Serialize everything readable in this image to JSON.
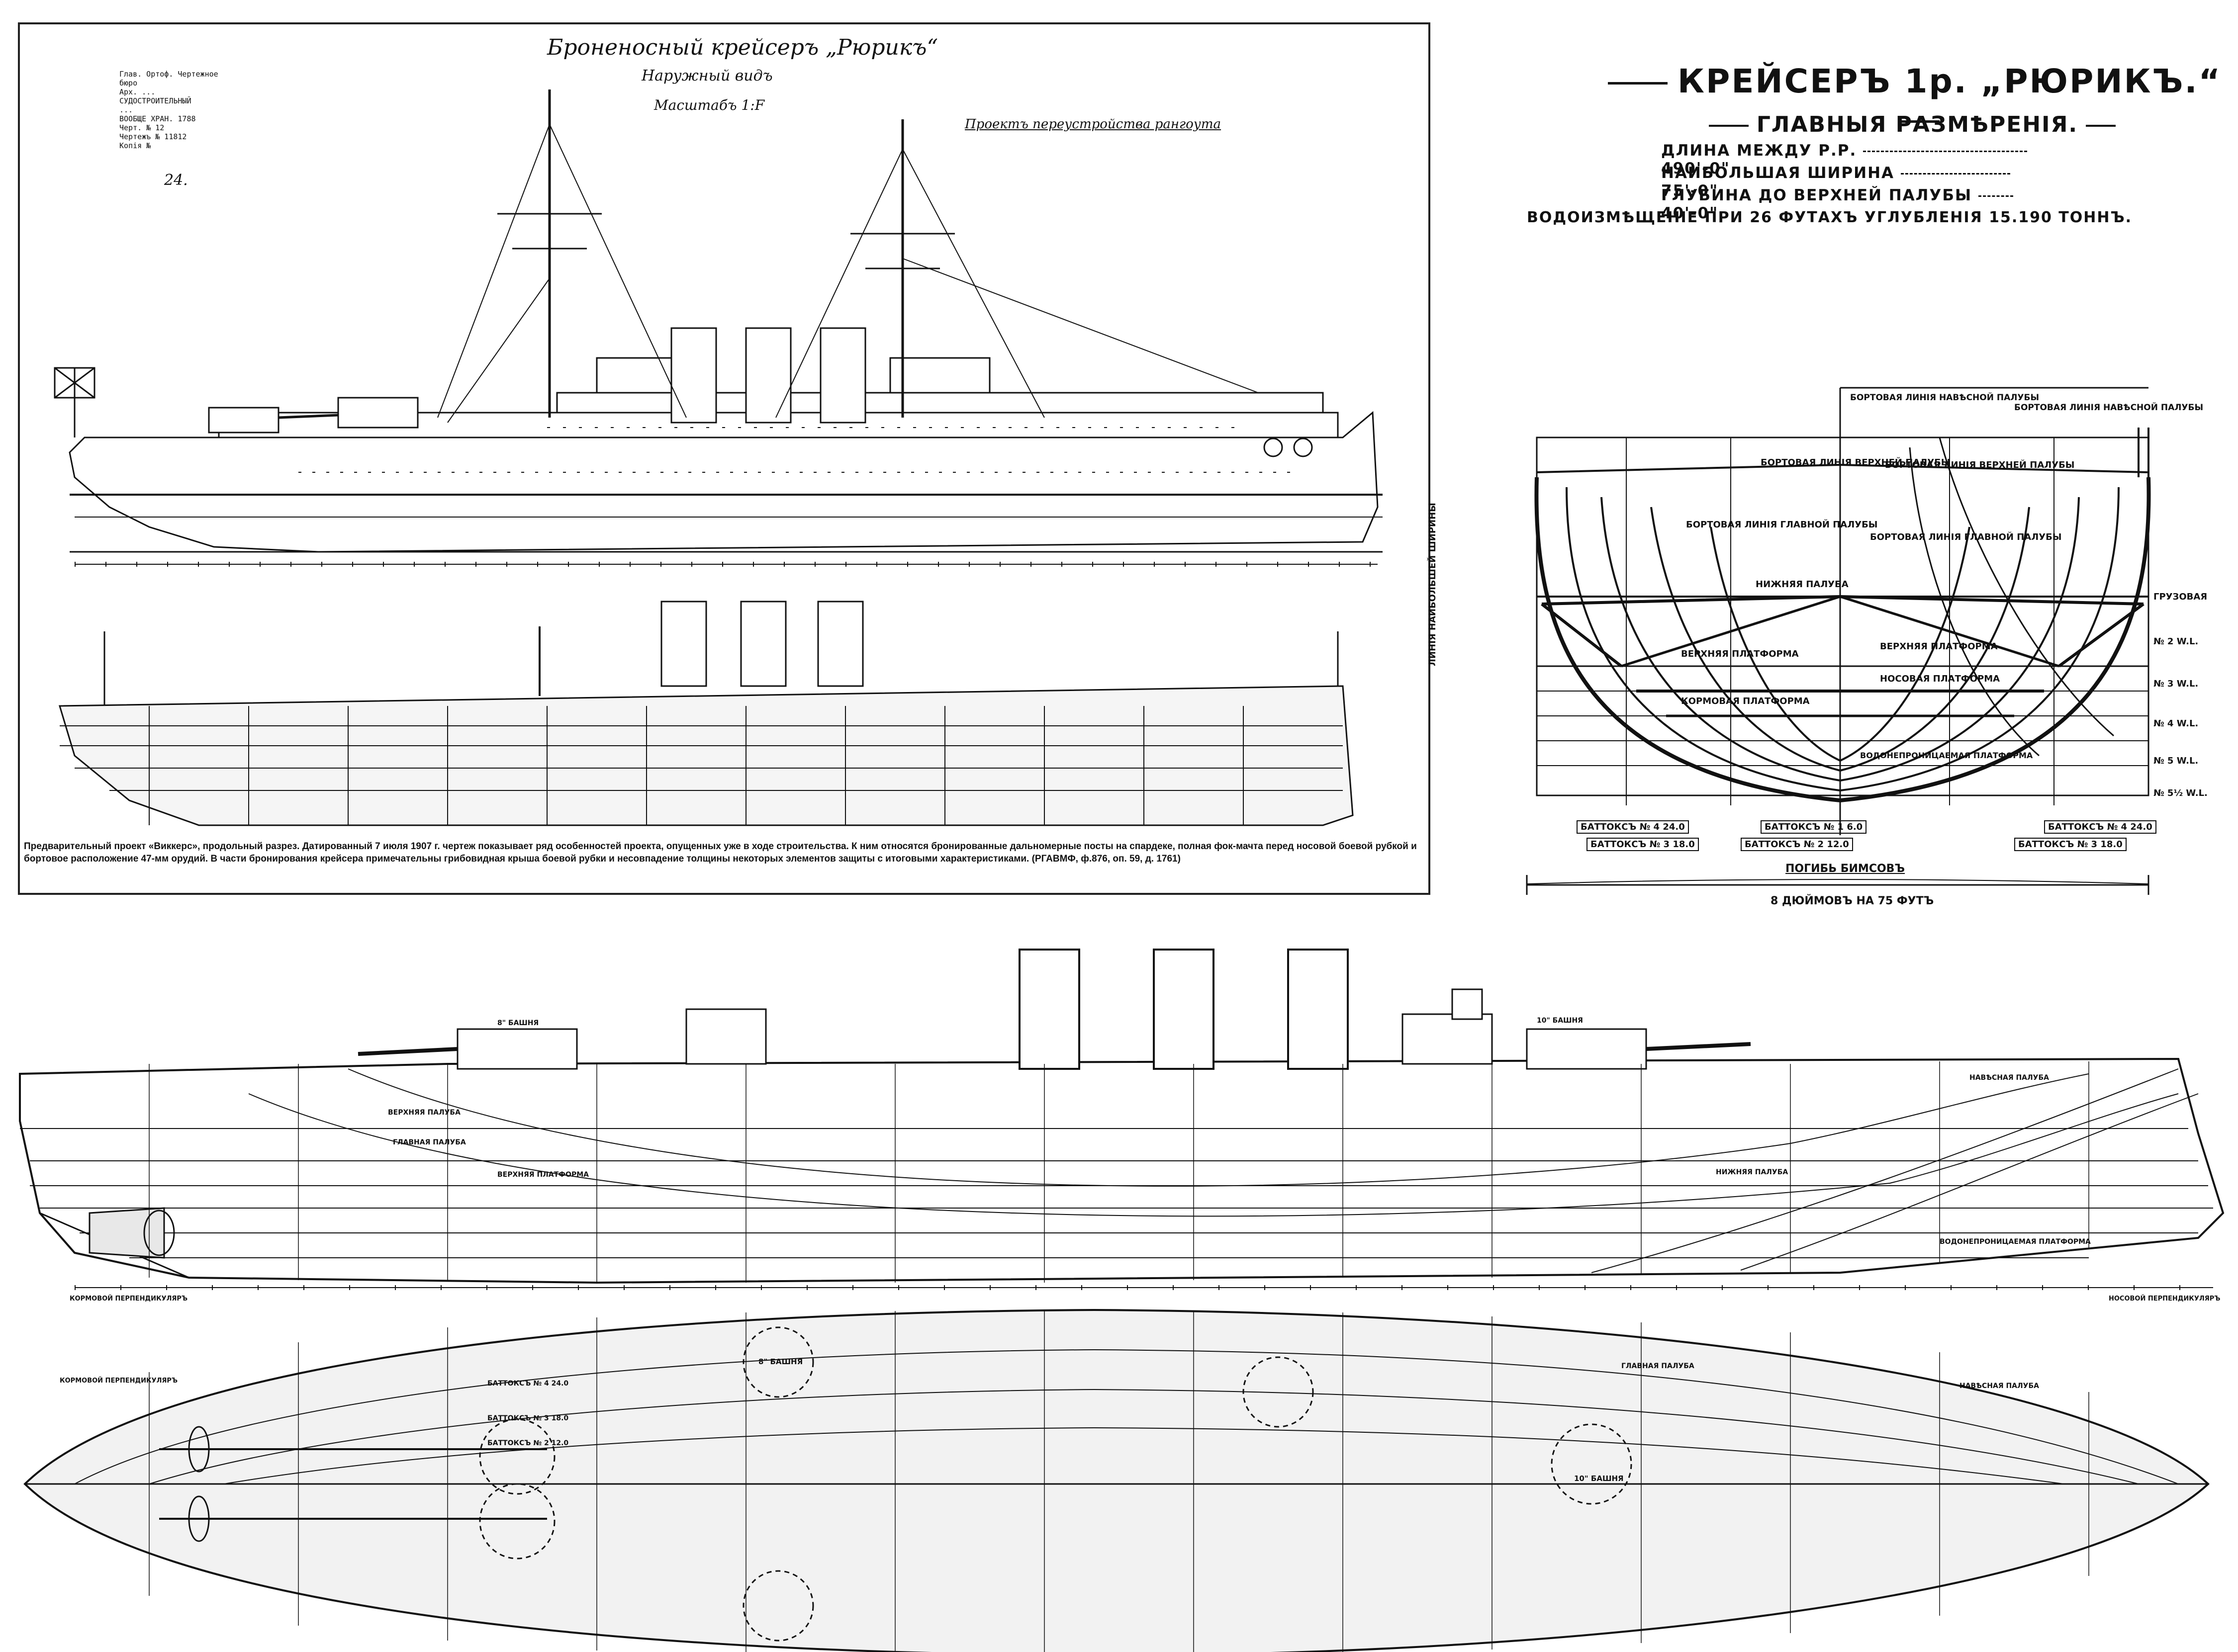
{
  "top_drawing": {
    "title": "Броненосный крейсеръ „Рюрикъ“",
    "subtitle": "Наружный видъ",
    "scale": "Масштабъ 1:F",
    "rigging_note": "Проектъ переустройства рангоута",
    "stamp": {
      "lines": [
        "Глав. Ортоф. Чертежное бюро",
        "Арх. ...",
        "СУДОСТРОИТЕЛЬНЫЙ",
        "...",
        "ВООБЩЕ ХРАН. 1788",
        "Черт. № 12",
        "Чертежъ № 11812",
        "Копія №"
      ],
      "number": "24."
    }
  },
  "caption": "Предварительный проект «Виккерс», продольный разрез. Датированный 7 июля 1907 г. чертеж показывает ряд особенностей проекта, опущенных уже в ходе строительства. К ним относятся бронированные дальномерные посты на спардеке, полная фок-мачта перед носовой боевой рубкой и бортовое расположение 47-мм орудий. В части бронирования крейсера примечательны грибовидная крыша боевой рубки и несовпадение толщины некоторых элементов защиты с итоговыми характеристиками. (РГАВМФ, ф.876, оп. 59, д. 1761)",
  "spec": {
    "title": "КРЕЙСЕРЪ 1р. „РЮРИКЪ.“",
    "subtitle": "ГЛАВНЫЯ РАЗМѢРЕНІЯ.",
    "rows": [
      {
        "label": "ДЛИНА МЕЖДУ Р.Р.",
        "value": "490'-0\""
      },
      {
        "label": "НАИБОЛЬШАЯ ШИРИНА",
        "value": "75'-0\""
      },
      {
        "label": "ГЛУБИНА ДО ВЕРХНЕЙ ПАЛУБЫ",
        "value": "40'-0\""
      }
    ],
    "displacement": "ВОДОИЗМѢЩЕНІЕ ПРИ 26 ФУТАХЪ УГЛУБЛЕНІЯ 15.190 ТОННЪ."
  },
  "body_plan": {
    "labels": {
      "nav_left": "БОРТОВАЯ ЛИНІЯ НАВѢСНОЙ ПАЛУБЫ",
      "nav_right": "БОРТОВАЯ ЛИНІЯ НАВѢСНОЙ ПАЛУБЫ",
      "upper_left": "БОРТОВАЯ ЛИНІЯ ВЕРХНЕЙ ПАЛУБЫ",
      "upper_right": "БОРТОВАЯ ЛИНІЯ ВЕРХНЕЙ ПАЛУБЫ",
      "main_left": "БОРТОВАЯ ЛИНІЯ ГЛАВНОЙ ПАЛУБЫ",
      "main_right": "БОРТОВАЯ ЛИНІЯ ГЛАВНОЙ ПАЛУБЫ",
      "lower_deck": "НИЖНЯЯ ПАЛУБА",
      "upper_platform_l": "ВЕРХНЯЯ ПЛАТФОРМА",
      "upper_platform_r": "ВЕРХНЯЯ ПЛАТФОРМА",
      "aft_platform": "КОРМОВАЯ ПЛАТФОРМА",
      "fwd_platform": "НОСОВАЯ ПЛАТФОРМА",
      "watertight": "ВОДОНЕПРОНИЦАЕМАЯ ПЛАТФОРМА",
      "load_wl": "ГРУЗОВАЯ",
      "side_axis": "ЛИНІЯ НАИБОЛЬШЕЙ ШИРИНЫ"
    },
    "waterlines": [
      "№ 2 W.L.",
      "№ 3 W.L.",
      "№ 4 W.L.",
      "№ 5 W.L.",
      "№ 5½ W.L."
    ],
    "buttocks": [
      "БАТТОКСЪ № 4 24.0",
      "БАТТОКСЪ № 3 18.0",
      "БАТТОКСЪ № 2 12.0",
      "БАТТОКСЪ № 1 6.0",
      "БАТТОКСЪ № 4 24.0",
      "БАТТОКСЪ № 3 18.0"
    ],
    "camber_title": "ПОГИБЬ БИМСОВЪ",
    "camber_value": "8 ДЮЙМОВЪ НА 75 ФУТЪ"
  },
  "profile_labels": [
    "НАВѢСНАЯ ПАЛУБА",
    "ВЕРХНЯЯ ПАЛУБА",
    "ГЛАВНАЯ ПАЛУБА",
    "НИЖНЯЯ ПАЛУБА",
    "ВЕРХНЯЯ ПЛАТФОРМА",
    "ВОДОНЕПРОНИЦАЕМАЯ ПЛАТФОРМА",
    "КОРМОВОЙ ПЕРПЕНДИКУЛЯРЪ",
    "НОСОВОЙ ПЕРПЕНДИКУЛЯРЪ",
    "8\" БАШНЯ",
    "10\" БАШНЯ"
  ],
  "plan_labels": [
    "8\" БАШНЯ",
    "10\" БАШНЯ",
    "БАТТОКСЪ № 4 24.0",
    "БАТТОКСЪ № 3 18.0",
    "БАТТОКСЪ № 2 12.0",
    "КОРМОВОЙ ПЕРПЕНДИКУЛЯРЪ",
    "ГЛАВНАЯ ПАЛУБА",
    "НАВѢСНАЯ ПАЛУБА"
  ],
  "colors": {
    "ink": "#111111",
    "paper": "#ffffff",
    "hull_shade": "#ececec"
  }
}
